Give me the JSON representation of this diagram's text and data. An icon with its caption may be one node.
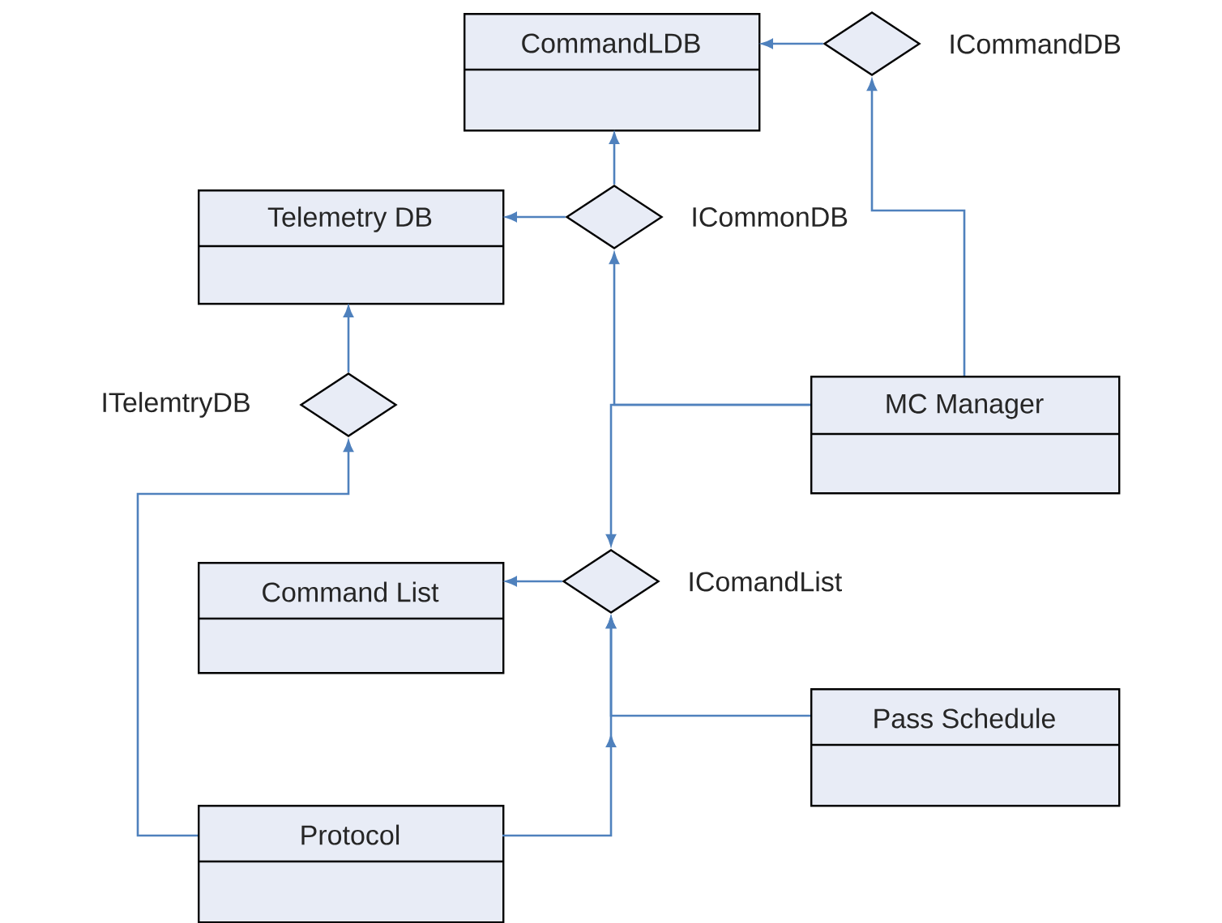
{
  "diagram": {
    "nodes": [
      {
        "text": [
          "CommandLDB"
        ]
      },
      {
        "text": [],
        "shape": "diamond",
        "beside": [
          "ICommandDB"
        ]
      },
      {
        "text": [
          "Telemetry DB"
        ]
      },
      {
        "text": [],
        "shape": "diamond",
        "beside": [
          "ICommonDB"
        ]
      },
      {
        "text": [],
        "shape": "diamond",
        "beside": [
          "ITelemtryDB"
        ]
      },
      {
        "text": [
          "MC Manager"
        ]
      },
      {
        "text": [
          "Command List"
        ]
      },
      {
        "text": [],
        "shape": "diamond",
        "beside": [
          "IComandList"
        ]
      },
      {
        "text": [
          "Pass Schedule"
        ]
      },
      {
        "text": [
          "Protocol"
        ]
      }
    ],
    "edges": [
      {
        "from": 1,
        "to": 0,
        "arrow": "to"
      },
      {
        "from": 3,
        "to": 0,
        "arrow": "to"
      },
      {
        "from": 3,
        "to": 2,
        "arrow": "to"
      },
      {
        "from": 4,
        "to": 2,
        "arrow": "to"
      },
      {
        "from": 7,
        "to": 6,
        "arrow": "to"
      },
      {
        "from": 5,
        "to": 1,
        "arrow": "to"
      },
      {
        "from": 5,
        "to": 3,
        "arrow": "to"
      },
      {
        "from": 5,
        "to": 7,
        "arrow": "to"
      },
      {
        "from": 9,
        "to": 4,
        "arrow": "to"
      },
      {
        "from": 9,
        "to": 7,
        "arrow": "to"
      },
      {
        "from": 8,
        "to": 7,
        "arrow": "to"
      }
    ]
  }
}
